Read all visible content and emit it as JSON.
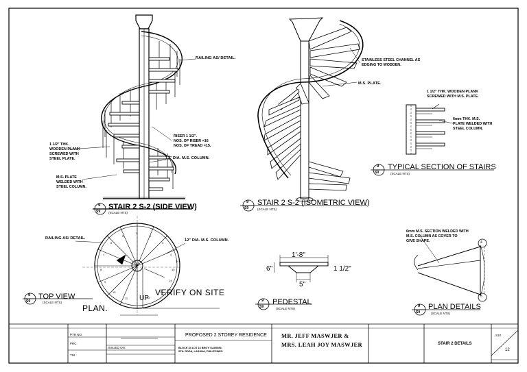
{
  "drawing": {
    "views": {
      "side_view": {
        "bubble_top": "9",
        "bubble_bottom": "S9",
        "title": "STAIR 2 S-2 (SIDE VIEW)",
        "scale": "(SCALE NTS)",
        "notes": {
          "railing": "RAILING AS/ DETAIL.",
          "riser": "RISER 1 1/2\".\nNOS. OF RISER =16\nNOS. OF TREAD =15.",
          "plank": "1 1/2\" THK.\nWOODEN PLANK\nSCREWED WITH\nSTEEL PLATE.",
          "plate": "M.S. PLATE\nWELDED WITH\nSTEEL COLUMN.",
          "column": "12\" DIA. M.S. COLUMN."
        }
      },
      "isometric_view": {
        "bubble_top": "9",
        "bubble_bottom": "S9",
        "title": "STAIR 2 S-2 (ISOMETRIC VIEW)",
        "scale": "(SCALE NTS)",
        "notes": {
          "channel": "STAINLESS STEEL CHANNEL AS\nEDGING TO WODDEN.",
          "plate": "M.S. PLATE."
        }
      },
      "typical_section": {
        "bubble_top": "9",
        "bubble_bottom": "S9",
        "title": "TYPICAL SECTION OF STAIRS",
        "scale": "(SCALE NTS)",
        "notes": {
          "plank": "1 1/2\" THK. WOODEN PLANK\nSCREWED WITH M.S. PLATE.",
          "plate": "6mm THK. M.S.\nPLATE WELDED WITH\nSTEEL COLUMN."
        }
      },
      "top_view": {
        "bubble_top": "9",
        "bubble_bottom": "S9",
        "title": "TOP VIEW",
        "scale": "(SCALE NTS)",
        "plan_word": "PLAN.",
        "verify": "VERIFY ON SITE",
        "up": "UP",
        "notes": {
          "railing": "RAILING AS/ DETAIL.",
          "column": "12\" DIA. M.S. COLUMN."
        },
        "tread_numbers": [
          "1",
          "2",
          "3",
          "4",
          "5",
          "6",
          "7",
          "8",
          "9",
          "10",
          "11",
          "12",
          "13",
          "14",
          "15",
          "16"
        ]
      },
      "pedestal": {
        "bubble_top": "9",
        "bubble_bottom": "S9",
        "title": "PEDESTAL",
        "scale": "(SCALE NTS)",
        "dim_width": "1'-8\"",
        "dim_height": "6\"",
        "dim_neck": "5\"",
        "dim_thk": "1 1/2\""
      },
      "plan_details": {
        "bubble_top": "9",
        "bubble_bottom": "S9",
        "title": "PLAN DETAILS",
        "scale": "(SCALE NTS)",
        "note": "6mm M.S. SECTION WELDED WITH\nM.S. COLUMN AS COVER TO\nGIVE SHAPE.",
        "grid_top": "4",
        "grid_bottom": "3"
      }
    },
    "title_block": {
      "ptr": "PTR NO.",
      "prc": "PRC.",
      "tin": "TIN :",
      "issued": "ISSUED ON:",
      "project": "PROPOSED 2 STOREY RESIDENCE",
      "location_lines": "BLOCK 34 LOT 16 BRGY. KAINGIN,\nSTA. ROSA, LAGUNA, PHILIPPINES",
      "client": "MR. JEFF MASWJER &\nMRS. LEAH JOY MASWJER",
      "sheet_title": "STAIR 2 DETAILS",
      "sheet_no": "S10",
      "total": "12"
    }
  }
}
